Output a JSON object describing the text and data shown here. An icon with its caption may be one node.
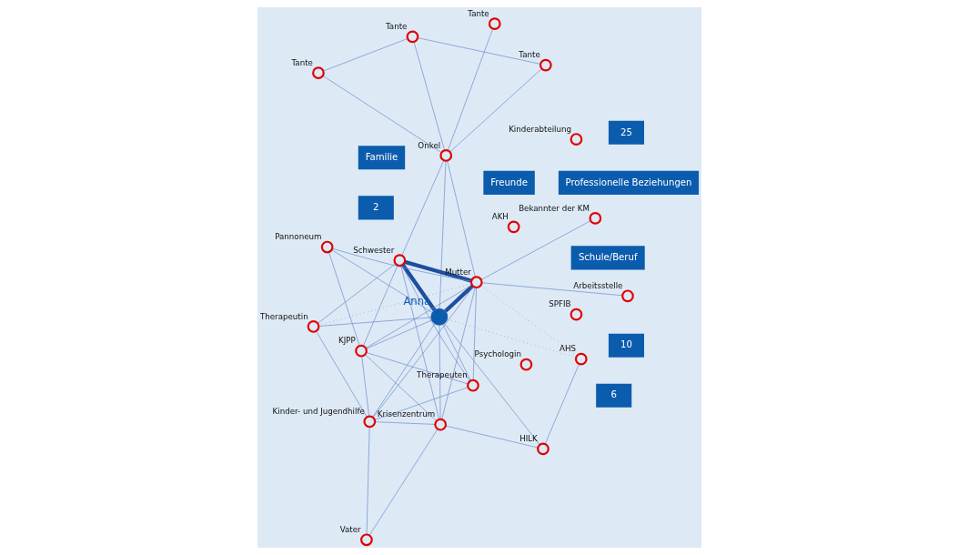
{
  "diagram": {
    "nodes": [
      {
        "text": [],
        "shape": "circle",
        "beside": [
          "Anna"
        ]
      },
      {
        "text": [],
        "shape": "circle",
        "beside": [
          "Bekannter der KM"
        ]
      },
      {
        "text": [],
        "shape": "circle",
        "beside": [
          "Arbeitsstelle"
        ]
      },
      {
        "text": [],
        "shape": "circle",
        "beside": [
          "Tante"
        ]
      },
      {
        "text": [],
        "shape": "circle",
        "beside": [
          "Tante"
        ]
      },
      {
        "text": [],
        "shape": "circle",
        "beside": [
          "Tante"
        ]
      },
      {
        "text": [],
        "shape": "circle",
        "beside": [
          "Tante"
        ]
      },
      {
        "text": [],
        "shape": "circle",
        "beside": [
          "Onkel"
        ]
      },
      {
        "text": [],
        "shape": "circle",
        "beside": [
          "Mutter"
        ]
      },
      {
        "text": [],
        "shape": "circle",
        "beside": [
          "Schwester"
        ]
      },
      {
        "text": [],
        "shape": "circle",
        "beside": [
          "Vater"
        ]
      },
      {
        "text": [],
        "shape": "circle",
        "beside": [
          "Pannoneum"
        ]
      },
      {
        "text": [],
        "shape": "circle",
        "beside": [
          "AHS"
        ]
      },
      {
        "text": [],
        "shape": "circle",
        "beside": [
          "HILK"
        ]
      },
      {
        "text": [],
        "shape": "circle",
        "beside": [
          "Therapeutin"
        ]
      },
      {
        "text": [],
        "shape": "circle",
        "beside": [
          "Therapeuten"
        ]
      },
      {
        "text": [],
        "shape": "circle",
        "beside": [
          "Krisenzentrum"
        ]
      },
      {
        "text": [],
        "shape": "circle",
        "beside": [
          "KJPP"
        ]
      },
      {
        "text": [],
        "shape": "circle",
        "beside": [
          "Kinder- und Jugendhilfe"
        ]
      },
      {
        "text": [],
        "shape": "circle",
        "beside": [
          "AKH"
        ]
      },
      {
        "text": [],
        "shape": "circle",
        "beside": [
          "Psychologin"
        ]
      },
      {
        "text": [],
        "shape": "circle",
        "beside": [
          "SPFIB"
        ]
      },
      {
        "text": [],
        "shape": "circle",
        "beside": [
          "Kinderabteilung"
        ]
      }
    ],
    "edges": [
      {
        "from": 0,
        "to": 8,
        "arrow": "none",
        "style": "thick",
        "color": "#1f4e9e"
      },
      {
        "from": 0,
        "to": 9,
        "arrow": "none",
        "style": "thick",
        "color": "#1f4e9e"
      },
      {
        "from": 8,
        "to": 9,
        "arrow": "none",
        "style": "thick",
        "color": "#1f4e9e"
      },
      {
        "from": 8,
        "to": 1,
        "arrow": "none"
      },
      {
        "from": 8,
        "to": 2,
        "arrow": "none"
      },
      {
        "from": 7,
        "to": 3,
        "arrow": "none"
      },
      {
        "from": 7,
        "to": 4,
        "arrow": "none"
      },
      {
        "from": 7,
        "to": 5,
        "arrow": "none"
      },
      {
        "from": 7,
        "to": 6,
        "arrow": "none"
      },
      {
        "from": 4,
        "to": 5,
        "arrow": "none"
      },
      {
        "from": 5,
        "to": 6,
        "arrow": "none"
      },
      {
        "from": 7,
        "to": 8,
        "arrow": "none"
      },
      {
        "from": 7,
        "to": 0,
        "arrow": "none"
      },
      {
        "from": 7,
        "to": 9,
        "arrow": "none"
      },
      {
        "from": 0,
        "to": 11,
        "arrow": "none"
      },
      {
        "from": 8,
        "to": 11,
        "arrow": "none"
      },
      {
        "from": 11,
        "to": 17,
        "arrow": "none"
      },
      {
        "from": 0,
        "to": 12,
        "arrow": "none",
        "style": "dashed"
      },
      {
        "from": 8,
        "to": 12,
        "arrow": "none",
        "style": "dashed"
      },
      {
        "from": 12,
        "to": 13,
        "arrow": "none"
      },
      {
        "from": 0,
        "to": 13,
        "arrow": "none"
      },
      {
        "from": 13,
        "to": 16,
        "arrow": "none"
      },
      {
        "from": 0,
        "to": 14,
        "arrow": "none"
      },
      {
        "from": 8,
        "to": 14,
        "arrow": "none",
        "style": "dashed"
      },
      {
        "from": 9,
        "to": 14,
        "arrow": "none"
      },
      {
        "from": 0,
        "to": 15,
        "arrow": "none"
      },
      {
        "from": 8,
        "to": 15,
        "arrow": "none"
      },
      {
        "from": 9,
        "to": 15,
        "arrow": "none"
      },
      {
        "from": 0,
        "to": 16,
        "arrow": "none"
      },
      {
        "from": 8,
        "to": 16,
        "arrow": "none"
      },
      {
        "from": 9,
        "to": 16,
        "arrow": "none"
      },
      {
        "from": 0,
        "to": 17,
        "arrow": "none"
      },
      {
        "from": 8,
        "to": 17,
        "arrow": "none"
      },
      {
        "from": 9,
        "to": 17,
        "arrow": "none"
      },
      {
        "from": 0,
        "to": 18,
        "arrow": "none"
      },
      {
        "from": 8,
        "to": 18,
        "arrow": "none"
      },
      {
        "from": 14,
        "to": 18,
        "arrow": "none"
      },
      {
        "from": 15,
        "to": 17,
        "arrow": "none"
      },
      {
        "from": 15,
        "to": 18,
        "arrow": "none"
      },
      {
        "from": 16,
        "to": 17,
        "arrow": "none"
      },
      {
        "from": 16,
        "to": 18,
        "arrow": "none"
      },
      {
        "from": 17,
        "to": 18,
        "arrow": "none"
      },
      {
        "from": 10,
        "to": 16,
        "arrow": "none"
      },
      {
        "from": 10,
        "to": 18,
        "arrow": "none"
      }
    ],
    "labels": [
      "Freunde",
      "Familie",
      "2",
      "6",
      "10",
      "25",
      "Schule/Beruf",
      "Professionelle Beziehungen"
    ]
  }
}
